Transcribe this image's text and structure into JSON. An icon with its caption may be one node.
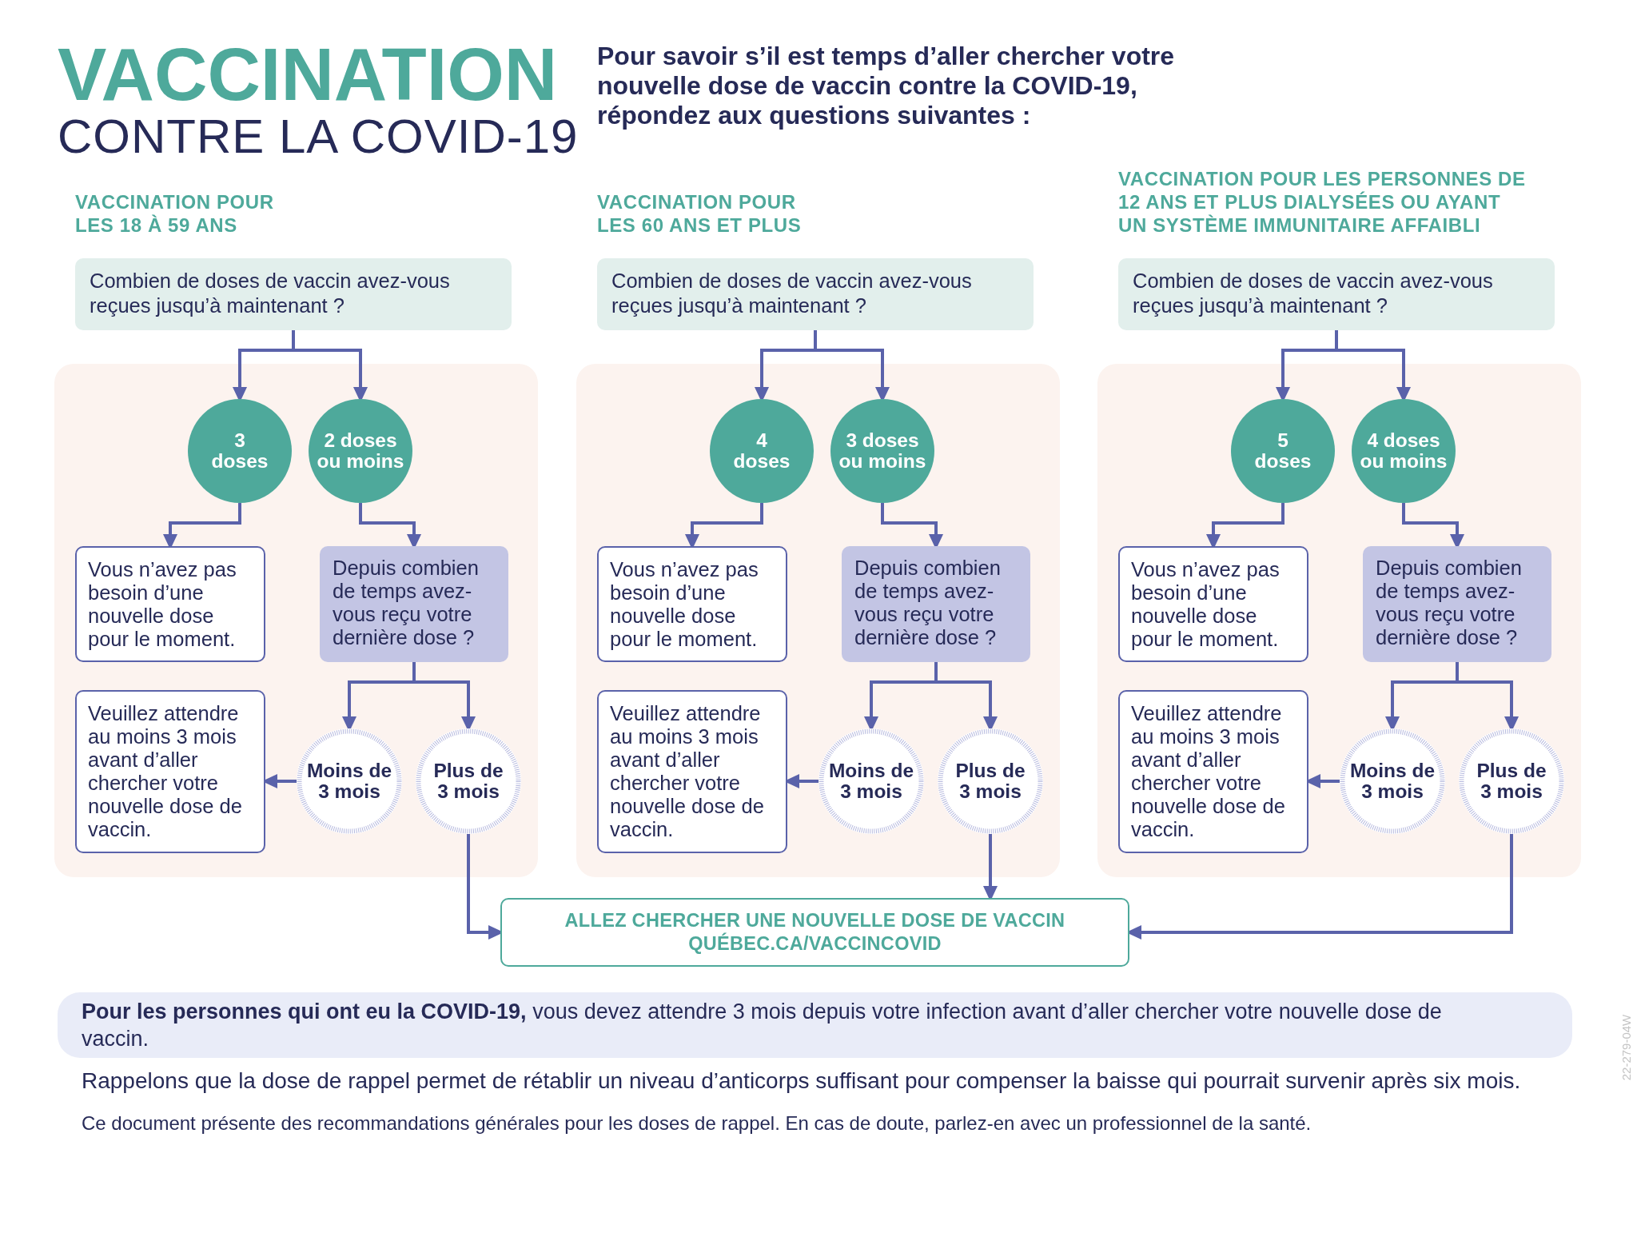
{
  "diagram": {
    "title": "**VACCINATION** CONTRE LA COVID-19",
    "nodes": [
      {
        "text": [
          "Combien de doses de vaccin avez-vous reçues jusqu’à maintenant ?"
        ]
      },
      {
        "text": [],
        "shape": "box"
      },
      {
        "text": [
          "3 doses"
        ],
        "in": 1
      },
      {
        "text": [
          "2 doses ou moins"
        ],
        "in": 1
      },
      {
        "text": [
          "Vous n’avez pas besoin d’une nouvelle dose pour le moment."
        ],
        "in": 1
      },
      {
        "text": [
          "Depuis combien de temps avez-vous reçu votre dernière dose ?"
        ],
        "in": 1
      },
      {
        "text": [
          "Veuillez attendre au moins 3 mois avant d’aller chercher votre nouvelle dose de vaccin."
        ],
        "in": 1
      },
      {
        "text": [
          "Moins de 3 mois"
        ],
        "in": 1
      },
      {
        "text": [
          "Plus de 3 mois"
        ],
        "in": 1
      },
      {
        "text": [
          "Combien de doses de vaccin avez-vous reçues jusqu’à maintenant ?"
        ]
      },
      {
        "text": [],
        "shape": "box"
      },
      {
        "text": [
          "4 doses"
        ],
        "in": 10
      },
      {
        "text": [
          "3 doses ou moins"
        ],
        "in": 10
      },
      {
        "text": [
          "Vous n’avez pas besoin d’une nouvelle dose pour le moment."
        ],
        "in": 10
      },
      {
        "text": [
          "Depuis combien de temps avez-vous reçu votre dernière dose ?"
        ],
        "in": 10
      },
      {
        "text": [
          "Veuillez attendre au moins 3 mois avant d’aller chercher votre nouvelle dose de vaccin."
        ],
        "in": 10
      },
      {
        "text": [
          "Moins de 3 mois"
        ],
        "in": 10
      },
      {
        "text": [
          "Plus de 3 mois"
        ],
        "in": 10
      },
      {
        "text": [
          "Combien de doses de vaccin avez-vous reçues jusqu’à maintenant ?"
        ]
      },
      {
        "text": [],
        "shape": "box"
      },
      {
        "text": [
          "5 doses"
        ],
        "in": 19
      },
      {
        "text": [
          "4 doses ou moins"
        ],
        "in": 19
      },
      {
        "text": [
          "Vous n’avez pas besoin d’une nouvelle dose pour le moment."
        ],
        "in": 19
      },
      {
        "text": [
          "Depuis combien de temps avez-vous reçu votre dernière dose ?"
        ],
        "in": 19
      },
      {
        "text": [
          "Veuillez attendre au moins 3 mois avant d’aller chercher votre nouvelle dose de vaccin."
        ],
        "in": 19
      },
      {
        "text": [
          "Moins de 3 mois"
        ],
        "in": 19
      },
      {
        "text": [
          "Plus de 3 mois"
        ],
        "in": 19
      },
      {
        "text": [
          "ALLEZ CHERCHER UNE NOUVELLE DOSE DE VACCIN",
          "QUÉBEC.CA/VACCINCOVID"
        ]
      },
      {
        "text": [
          "**Pour les personnes qui ont eu la COVID-19,** vous devez attendre 3 mois depuis votre infection avant d’aller chercher votre nouvelle dose de vaccin."
        ]
      }
    ],
    "edges": [
      {
        "from": 0,
        "to": 2,
        "arrow": "to"
      },
      {
        "from": 0,
        "to": 3,
        "arrow": "to"
      },
      {
        "from": 2,
        "to": 4,
        "arrow": "to"
      },
      {
        "from": 3,
        "to": 5,
        "arrow": "to"
      },
      {
        "from": 5,
        "to": 7,
        "arrow": "to"
      },
      {
        "from": 5,
        "to": 8,
        "arrow": "to"
      },
      {
        "from": 7,
        "to": 6,
        "arrow": "to"
      },
      {
        "from": 8,
        "to": 27,
        "arrow": "to"
      },
      {
        "from": 9,
        "to": 11,
        "arrow": "to"
      },
      {
        "from": 9,
        "to": 12,
        "arrow": "to"
      },
      {
        "from": 11,
        "to": 13,
        "arrow": "to"
      },
      {
        "from": 12,
        "to": 14,
        "arrow": "to"
      },
      {
        "from": 14,
        "to": 16,
        "arrow": "to"
      },
      {
        "from": 14,
        "to": 17,
        "arrow": "to"
      },
      {
        "from": 16,
        "to": 15,
        "arrow": "to"
      },
      {
        "from": 17,
        "to": 27,
        "arrow": "to"
      },
      {
        "from": 18,
        "to": 20,
        "arrow": "to"
      },
      {
        "from": 18,
        "to": 21,
        "arrow": "to"
      },
      {
        "from": 20,
        "to": 22,
        "arrow": "to"
      },
      {
        "from": 21,
        "to": 23,
        "arrow": "to"
      },
      {
        "from": 23,
        "to": 25,
        "arrow": "to"
      },
      {
        "from": 23,
        "to": 26,
        "arrow": "to"
      },
      {
        "from": 25,
        "to": 24,
        "arrow": "to"
      },
      {
        "from": 26,
        "to": 27,
        "arrow": "to"
      }
    ],
    "labels": [
      "Pour savoir s’il est temps d’aller chercher votre nouvelle dose de vaccin contre la COVID-19, répondez aux questions suivantes :",
      "VACCINATION POUR LES 18 À 59 ANS",
      "VACCINATION POUR LES 60 ANS ET PLUS",
      "VACCINATION POUR LES PERSONNES DE 12 ANS ET PLUS DIALYSÉES OU AYANT UN SYSTÈME IMMUNITAIRE AFFAIBLI",
      "Rappelons que la dose de rappel permet de rétablir un niveau d’anticorps suffisant pour compenser la baisse qui pourrait survenir après six mois.",
      "Ce document présente des recommandations générales pour les doses de rappel. En cas de doute, parlez-en avec un professionnel de la santé.",
      "22-279-04W"
    ]
  }
}
